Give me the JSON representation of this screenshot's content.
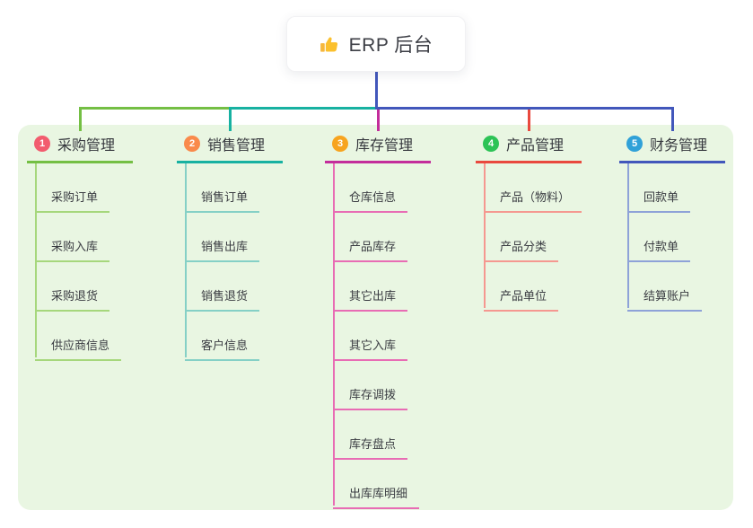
{
  "root": {
    "label": "ERP 后台",
    "icon": "thumbs-up-icon"
  },
  "panel": {
    "background": "#e9f6e2"
  },
  "stem_color": "#4257bb",
  "text_colors": {
    "root": "#3c3e45",
    "header": "#36383e",
    "child": "#3a3c42"
  },
  "branches": [
    {
      "index": "1",
      "label": "采购管理",
      "badge_color": "#f25c6e",
      "line_color": "#74bf44",
      "child_line_color": "#a6d77c",
      "children": [
        "采购订单",
        "采购入库",
        "采购退货",
        "供应商信息"
      ]
    },
    {
      "index": "2",
      "label": "销售管理",
      "badge_color": "#f98a4b",
      "line_color": "#17b1a1",
      "child_line_color": "#85d0c6",
      "children": [
        "销售订单",
        "销售出库",
        "销售退货",
        "客户信息"
      ]
    },
    {
      "index": "3",
      "label": "库存管理",
      "badge_color": "#f7a41f",
      "line_color": "#c32d9b",
      "child_line_color": "#e86cb4",
      "children": [
        "仓库信息",
        "产品库存",
        "其它出库",
        "其它入库",
        "库存调拨",
        "库存盘点",
        "出库库明细"
      ]
    },
    {
      "index": "4",
      "label": "产品管理",
      "badge_color": "#2dc356",
      "line_color": "#e9493e",
      "child_line_color": "#f59890",
      "children": [
        "产品（物料）",
        "产品分类",
        "产品单位"
      ]
    },
    {
      "index": "5",
      "label": "财务管理",
      "badge_color": "#30a1d8",
      "line_color": "#4257bb",
      "child_line_color": "#8ea2d8",
      "children": [
        "回款单",
        "付款单",
        "结算账户"
      ]
    }
  ]
}
